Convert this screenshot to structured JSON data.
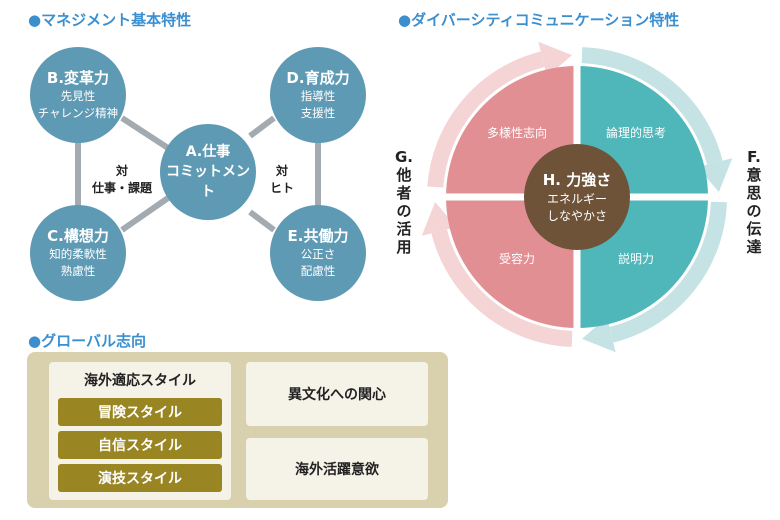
{
  "management": {
    "title": "●マネジメント基本特性",
    "nodes": {
      "A": {
        "title": "A.仕事",
        "sub1": "コミットメント"
      },
      "B": {
        "title": "B.変革力",
        "sub1": "先見性",
        "sub2": "チャレンジ精神"
      },
      "C": {
        "title": "C.構想力",
        "sub1": "知的柔軟性",
        "sub2": "熟慮性"
      },
      "D": {
        "title": "D.育成力",
        "sub1": "指導性",
        "sub2": "支援性"
      },
      "E": {
        "title": "E.共働力",
        "sub1": "公正さ",
        "sub2": "配慮性"
      }
    },
    "relations": {
      "left": {
        "line1": "対",
        "line2": "仕事・課題"
      },
      "right": {
        "line1": "対",
        "line2": "ヒト"
      }
    }
  },
  "diversity": {
    "title": "●ダイバーシティコミュニケーション特性",
    "quadrants": {
      "top_left": "多様性志向",
      "top_right": "論理的思考",
      "bottom_left": "受容力",
      "bottom_right": "説明力"
    },
    "core": {
      "title": "H. 力強さ",
      "line1": "エネルギー",
      "line2": "しなやかさ"
    },
    "side_left": "G.他者の活用",
    "side_right": "F.意思の伝達",
    "colors": {
      "pink": "#e28f94",
      "pink_light": "#f4d4d5",
      "teal": "#4fb6ba",
      "teal_light": "#c5e2e4",
      "core": "#6e5339"
    }
  },
  "global": {
    "title": "●グローバル志向",
    "adapt_title": "海外適応スタイル",
    "styles": [
      "冒険スタイル",
      "自信スタイル",
      "演技スタイル"
    ],
    "interest": "異文化への関心",
    "motivation": "海外活躍意欲"
  }
}
